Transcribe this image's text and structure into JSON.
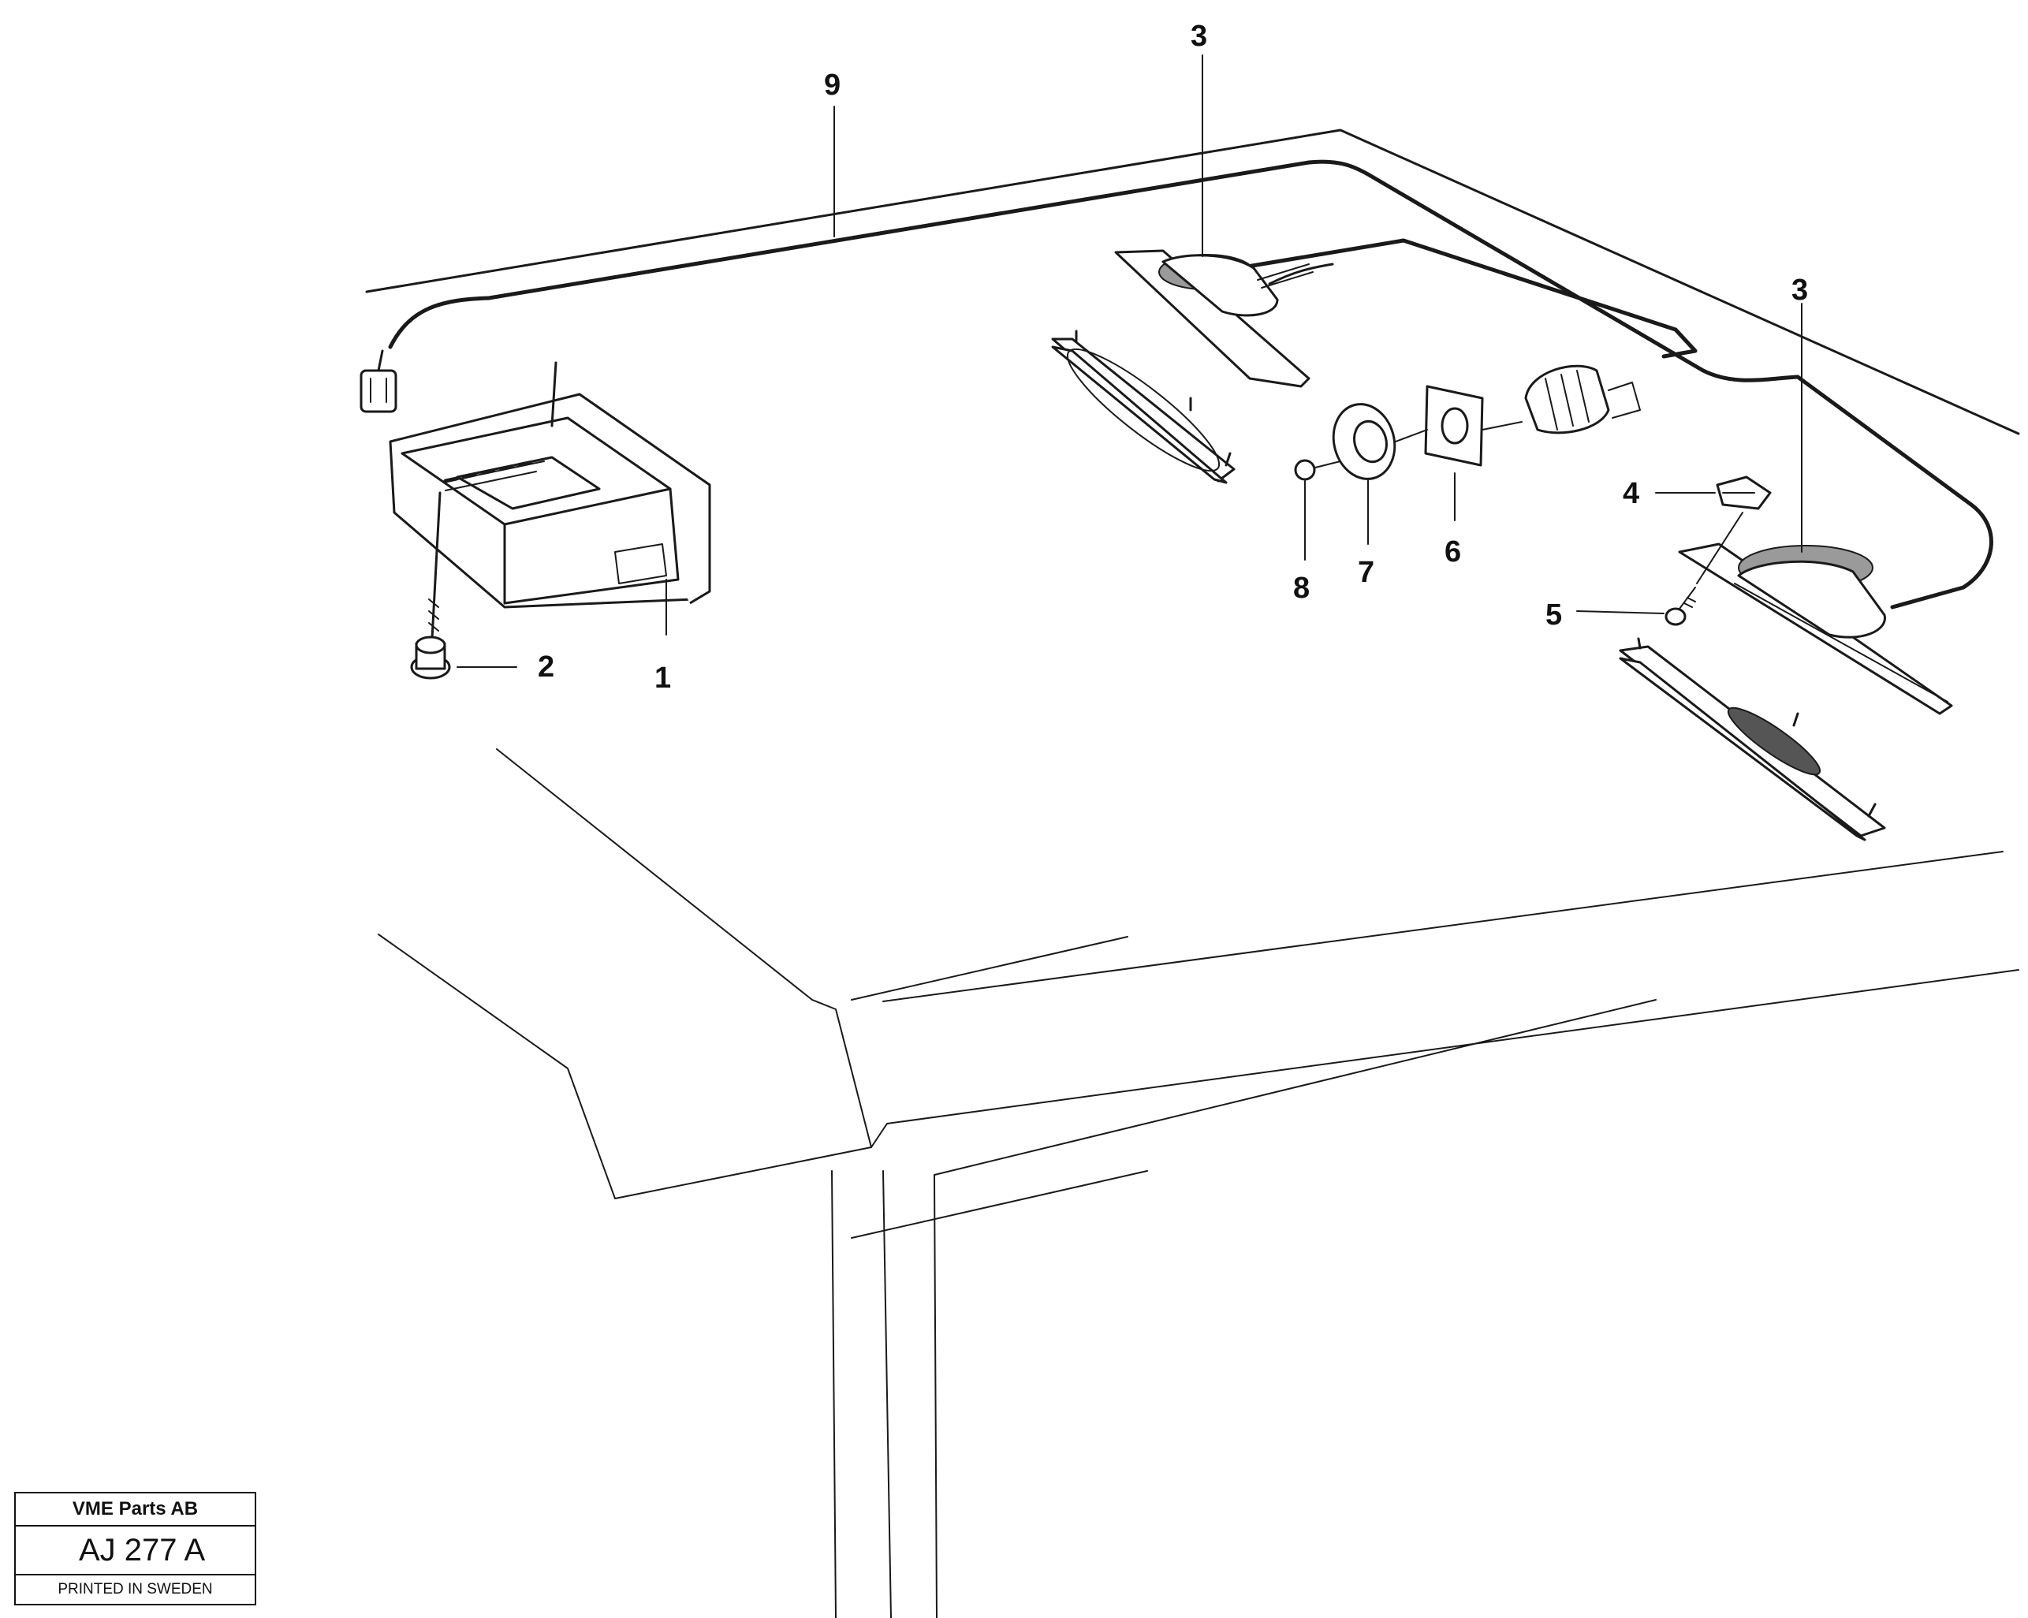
{
  "diagram": {
    "callouts": [
      {
        "id": "c1",
        "label": "1"
      },
      {
        "id": "c2",
        "label": "2"
      },
      {
        "id": "c3a",
        "label": "3"
      },
      {
        "id": "c3b",
        "label": "3"
      },
      {
        "id": "c4",
        "label": "4"
      },
      {
        "id": "c5",
        "label": "5"
      },
      {
        "id": "c6",
        "label": "6"
      },
      {
        "id": "c7",
        "label": "7"
      },
      {
        "id": "c8",
        "label": "8"
      },
      {
        "id": "c9",
        "label": "9"
      }
    ]
  },
  "title_block": {
    "company": "VME Parts AB",
    "code": "AJ 277  A",
    "printed": "PRINTED IN SWEDEN"
  }
}
